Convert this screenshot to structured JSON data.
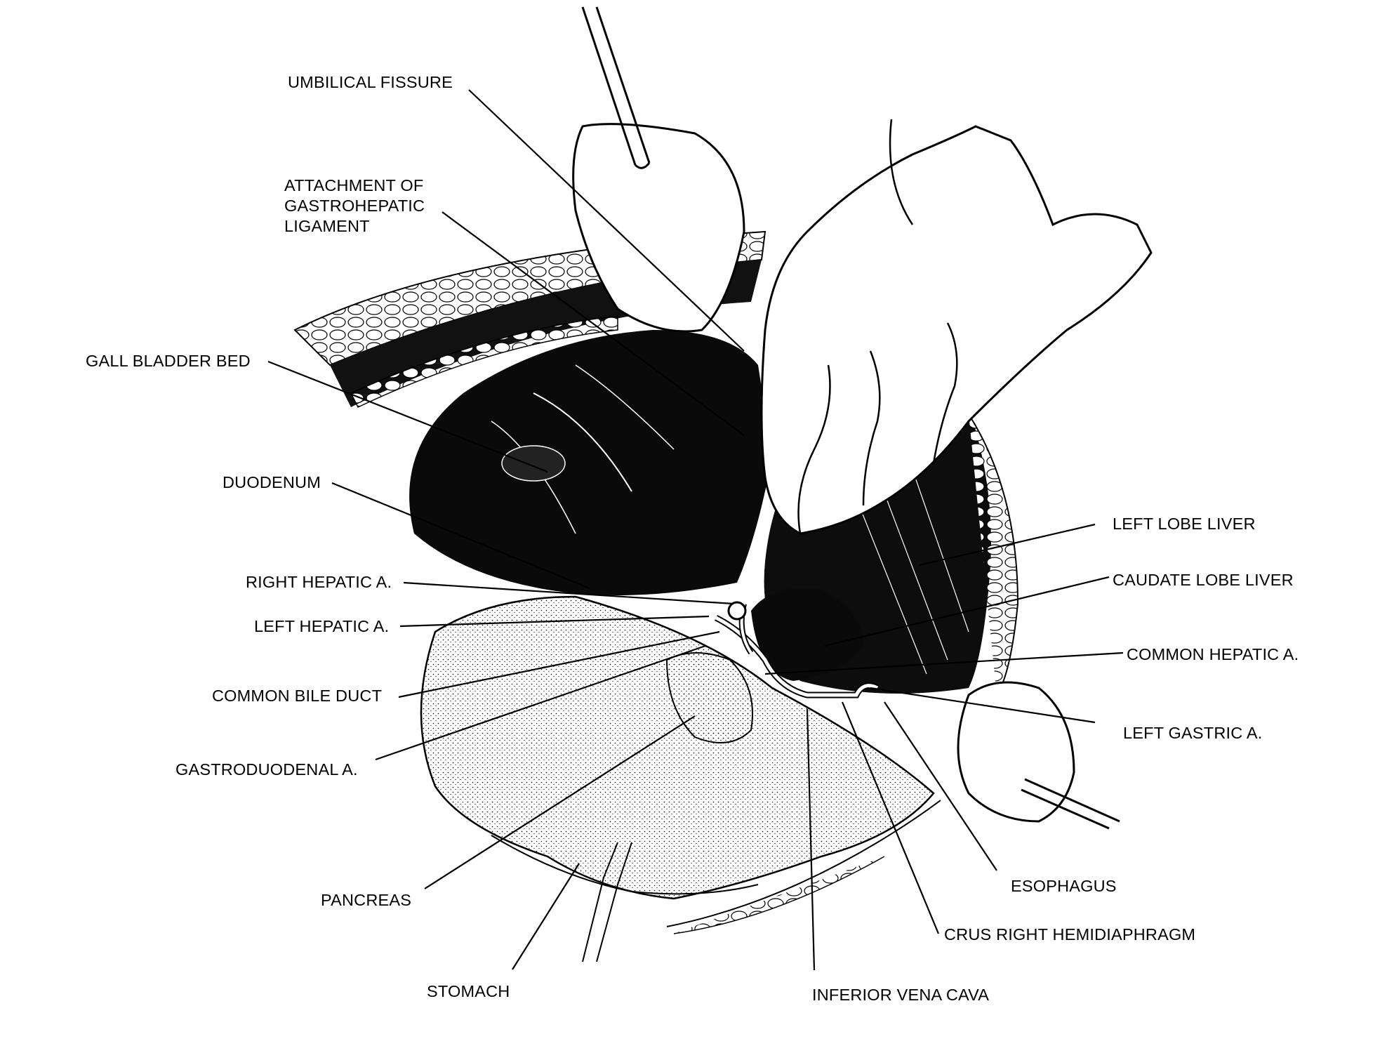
{
  "labels": {
    "umbilical_fissure": "UMBILICAL FISSURE",
    "attachment_line1": "ATTACHMENT OF",
    "attachment_line2": "GASTROHEPATIC",
    "attachment_line3": "LIGAMENT",
    "gall_bladder_bed": "GALL BLADDER BED",
    "duodenum": "DUODENUM",
    "right_hepatic_a": "RIGHT HEPATIC A.",
    "left_hepatic_a": "LEFT HEPATIC A.",
    "common_bile_duct": "COMMON BILE DUCT",
    "gastroduodenal_a": "GASTRODUODENAL A.",
    "pancreas": "PANCREAS",
    "stomach": "STOMACH",
    "inferior_vena_cava": "INFERIOR VENA CAVA",
    "crus_right_hemidiaphragm": "CRUS RIGHT HEMIDIAPHRAGM",
    "esophagus": "ESOPHAGUS",
    "left_gastric_a": "LEFT GASTRIC A.",
    "common_hepatic_a": "COMMON HEPATIC A.",
    "caudate_lobe_liver": "CAUDATE LOBE LIVER",
    "left_lobe_liver": "LEFT LOBE LIVER"
  }
}
